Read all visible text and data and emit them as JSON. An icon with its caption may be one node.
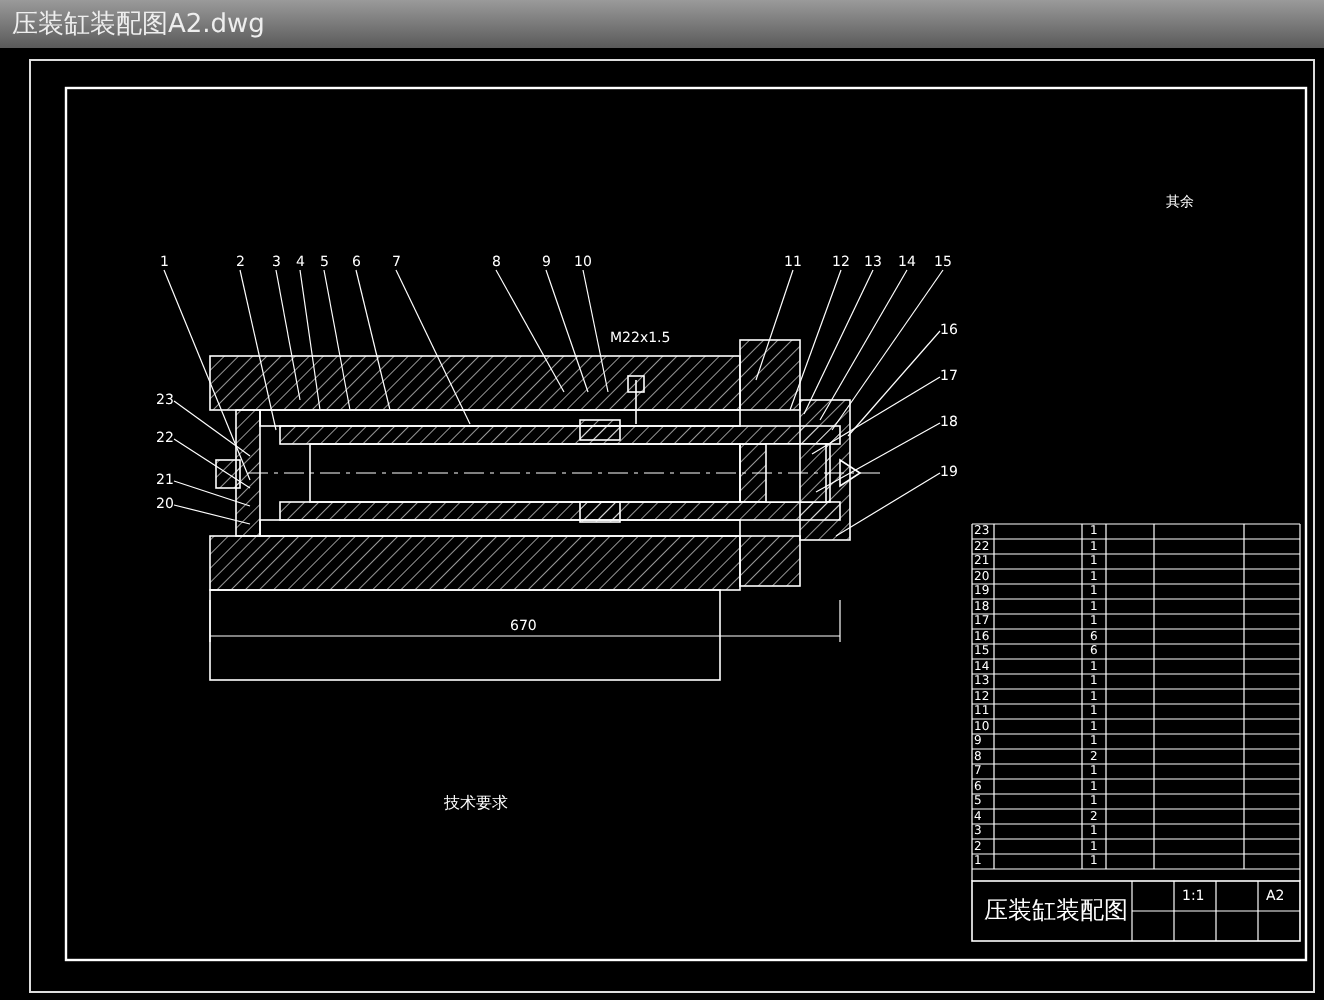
{
  "diagram": {
    "nodes": [
      {
        "text": [
          "1"
        ]
      },
      {
        "text": [
          "2"
        ]
      },
      {
        "text": [
          "3"
        ]
      },
      {
        "text": [
          "4"
        ]
      },
      {
        "text": [
          "5"
        ]
      },
      {
        "text": [
          "6"
        ]
      },
      {
        "text": [
          "7"
        ]
      },
      {
        "text": [
          "8"
        ]
      },
      {
        "text": [
          "9"
        ]
      },
      {
        "text": [
          "10"
        ]
      },
      {
        "text": [
          "11"
        ]
      },
      {
        "text": [
          "12"
        ]
      },
      {
        "text": [
          "13"
        ]
      },
      {
        "text": [
          "14"
        ]
      },
      {
        "text": [
          "15"
        ]
      },
      {
        "text": [
          "16"
        ]
      },
      {
        "text": [
          "17"
        ]
      },
      {
        "text": [
          "18"
        ]
      },
      {
        "text": [
          "19"
        ]
      },
      {
        "text": [
          "20"
        ]
      },
      {
        "text": [
          "21"
        ]
      },
      {
        "text": [
          "22"
        ]
      },
      {
        "text": [
          "23"
        ]
      }
    ],
    "edges": [
      {
        "from": 0,
        "to": null,
        "arrow": "none"
      },
      {
        "from": 1,
        "to": null,
        "arrow": "none"
      },
      {
        "from": 2,
        "to": null,
        "arrow": "none"
      },
      {
        "from": 3,
        "to": null,
        "arrow": "none"
      },
      {
        "from": 4,
        "to": null,
        "arrow": "none"
      },
      {
        "from": 5,
        "to": null,
        "arrow": "none"
      },
      {
        "from": 6,
        "to": null,
        "arrow": "none"
      },
      {
        "from": 7,
        "to": null,
        "arrow": "none"
      },
      {
        "from": 8,
        "to": null,
        "arrow": "none"
      },
      {
        "from": 9,
        "to": null,
        "arrow": "none"
      },
      {
        "from": 10,
        "to": null,
        "arrow": "none"
      },
      {
        "from": 11,
        "to": null,
        "arrow": "none"
      },
      {
        "from": 12,
        "to": null,
        "arrow": "none"
      },
      {
        "from": 13,
        "to": null,
        "arrow": "none"
      },
      {
        "from": 14,
        "to": null,
        "arrow": "none"
      },
      {
        "from": 15,
        "to": null,
        "arrow": "none"
      },
      {
        "from": 16,
        "to": null,
        "arrow": "none"
      },
      {
        "from": 17,
        "to": null,
        "arrow": "none"
      },
      {
        "from": 18,
        "to": null,
        "arrow": "none"
      },
      {
        "from": 19,
        "to": null,
        "arrow": "none"
      },
      {
        "from": 20,
        "to": null,
        "arrow": "none"
      },
      {
        "from": 21,
        "to": null,
        "arrow": "none"
      },
      {
        "from": 22,
        "to": null,
        "arrow": "none"
      }
    ],
    "labels": [
      "压装缸装配图A2.dwg",
      "其余",
      "M22x1.5",
      "670",
      "技术要求",
      "23",
      "1",
      "22",
      "1",
      "21",
      "1",
      "20",
      "1",
      "19",
      "1",
      "18",
      "1",
      "17",
      "1",
      "16",
      "6",
      "15",
      "6",
      "14",
      "1",
      "13",
      "1",
      "12",
      "1",
      "11",
      "1",
      "10",
      "1",
      "9",
      "1",
      "8",
      "2",
      "7",
      "1",
      "6",
      "1",
      "5",
      "1",
      "4",
      "2",
      "3",
      "1",
      "2",
      "1",
      "1",
      "1",
      "压装缸装配图",
      "1:1",
      "A2"
    ]
  }
}
